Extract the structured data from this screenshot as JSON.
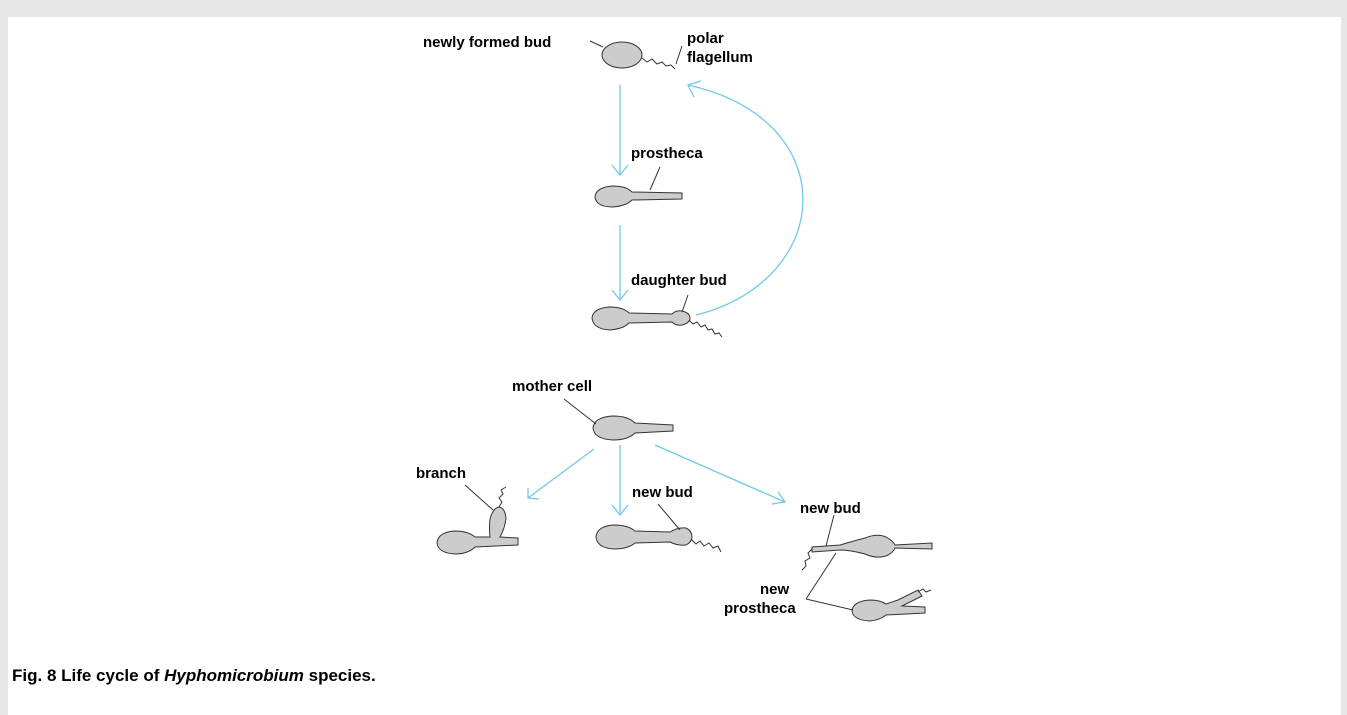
{
  "labels": {
    "newly_formed_bud": "newly formed bud",
    "polar_line1": "polar",
    "polar_line2": "flagellum",
    "prostheca": "prostheca",
    "daughter_bud": "daughter bud",
    "mother_cell": "mother cell",
    "branch": "branch",
    "new_bud_center": "new bud",
    "new_bud_right": "new bud",
    "new_prostheca_line1": "new",
    "new_prostheca_line2": "prostheca"
  },
  "caption": {
    "prefix": "Fig. 8 Life cycle of ",
    "genus": "Hyphomicrobium",
    "suffix": " species."
  },
  "colors": {
    "arrow": "#6fc9ea",
    "cell_fill": "#cccccc",
    "outline": "#333333",
    "background": "#e6e6e6"
  }
}
